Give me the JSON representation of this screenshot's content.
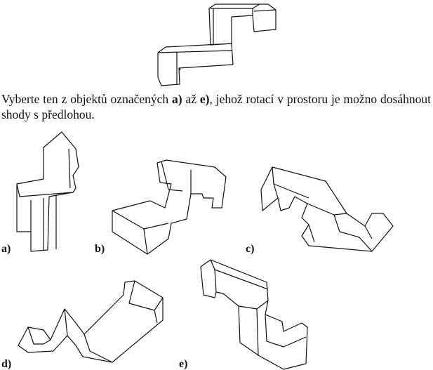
{
  "question": {
    "part1": "Vyberte ten z objektů označených ",
    "a": "a)",
    "mid": " až ",
    "e": "e)",
    "part2": ", jehož rotací v prostoru je možno dosáhnout shody s předlohou."
  },
  "options": [
    "a)",
    "b)",
    "c)",
    "d)",
    "e)"
  ]
}
